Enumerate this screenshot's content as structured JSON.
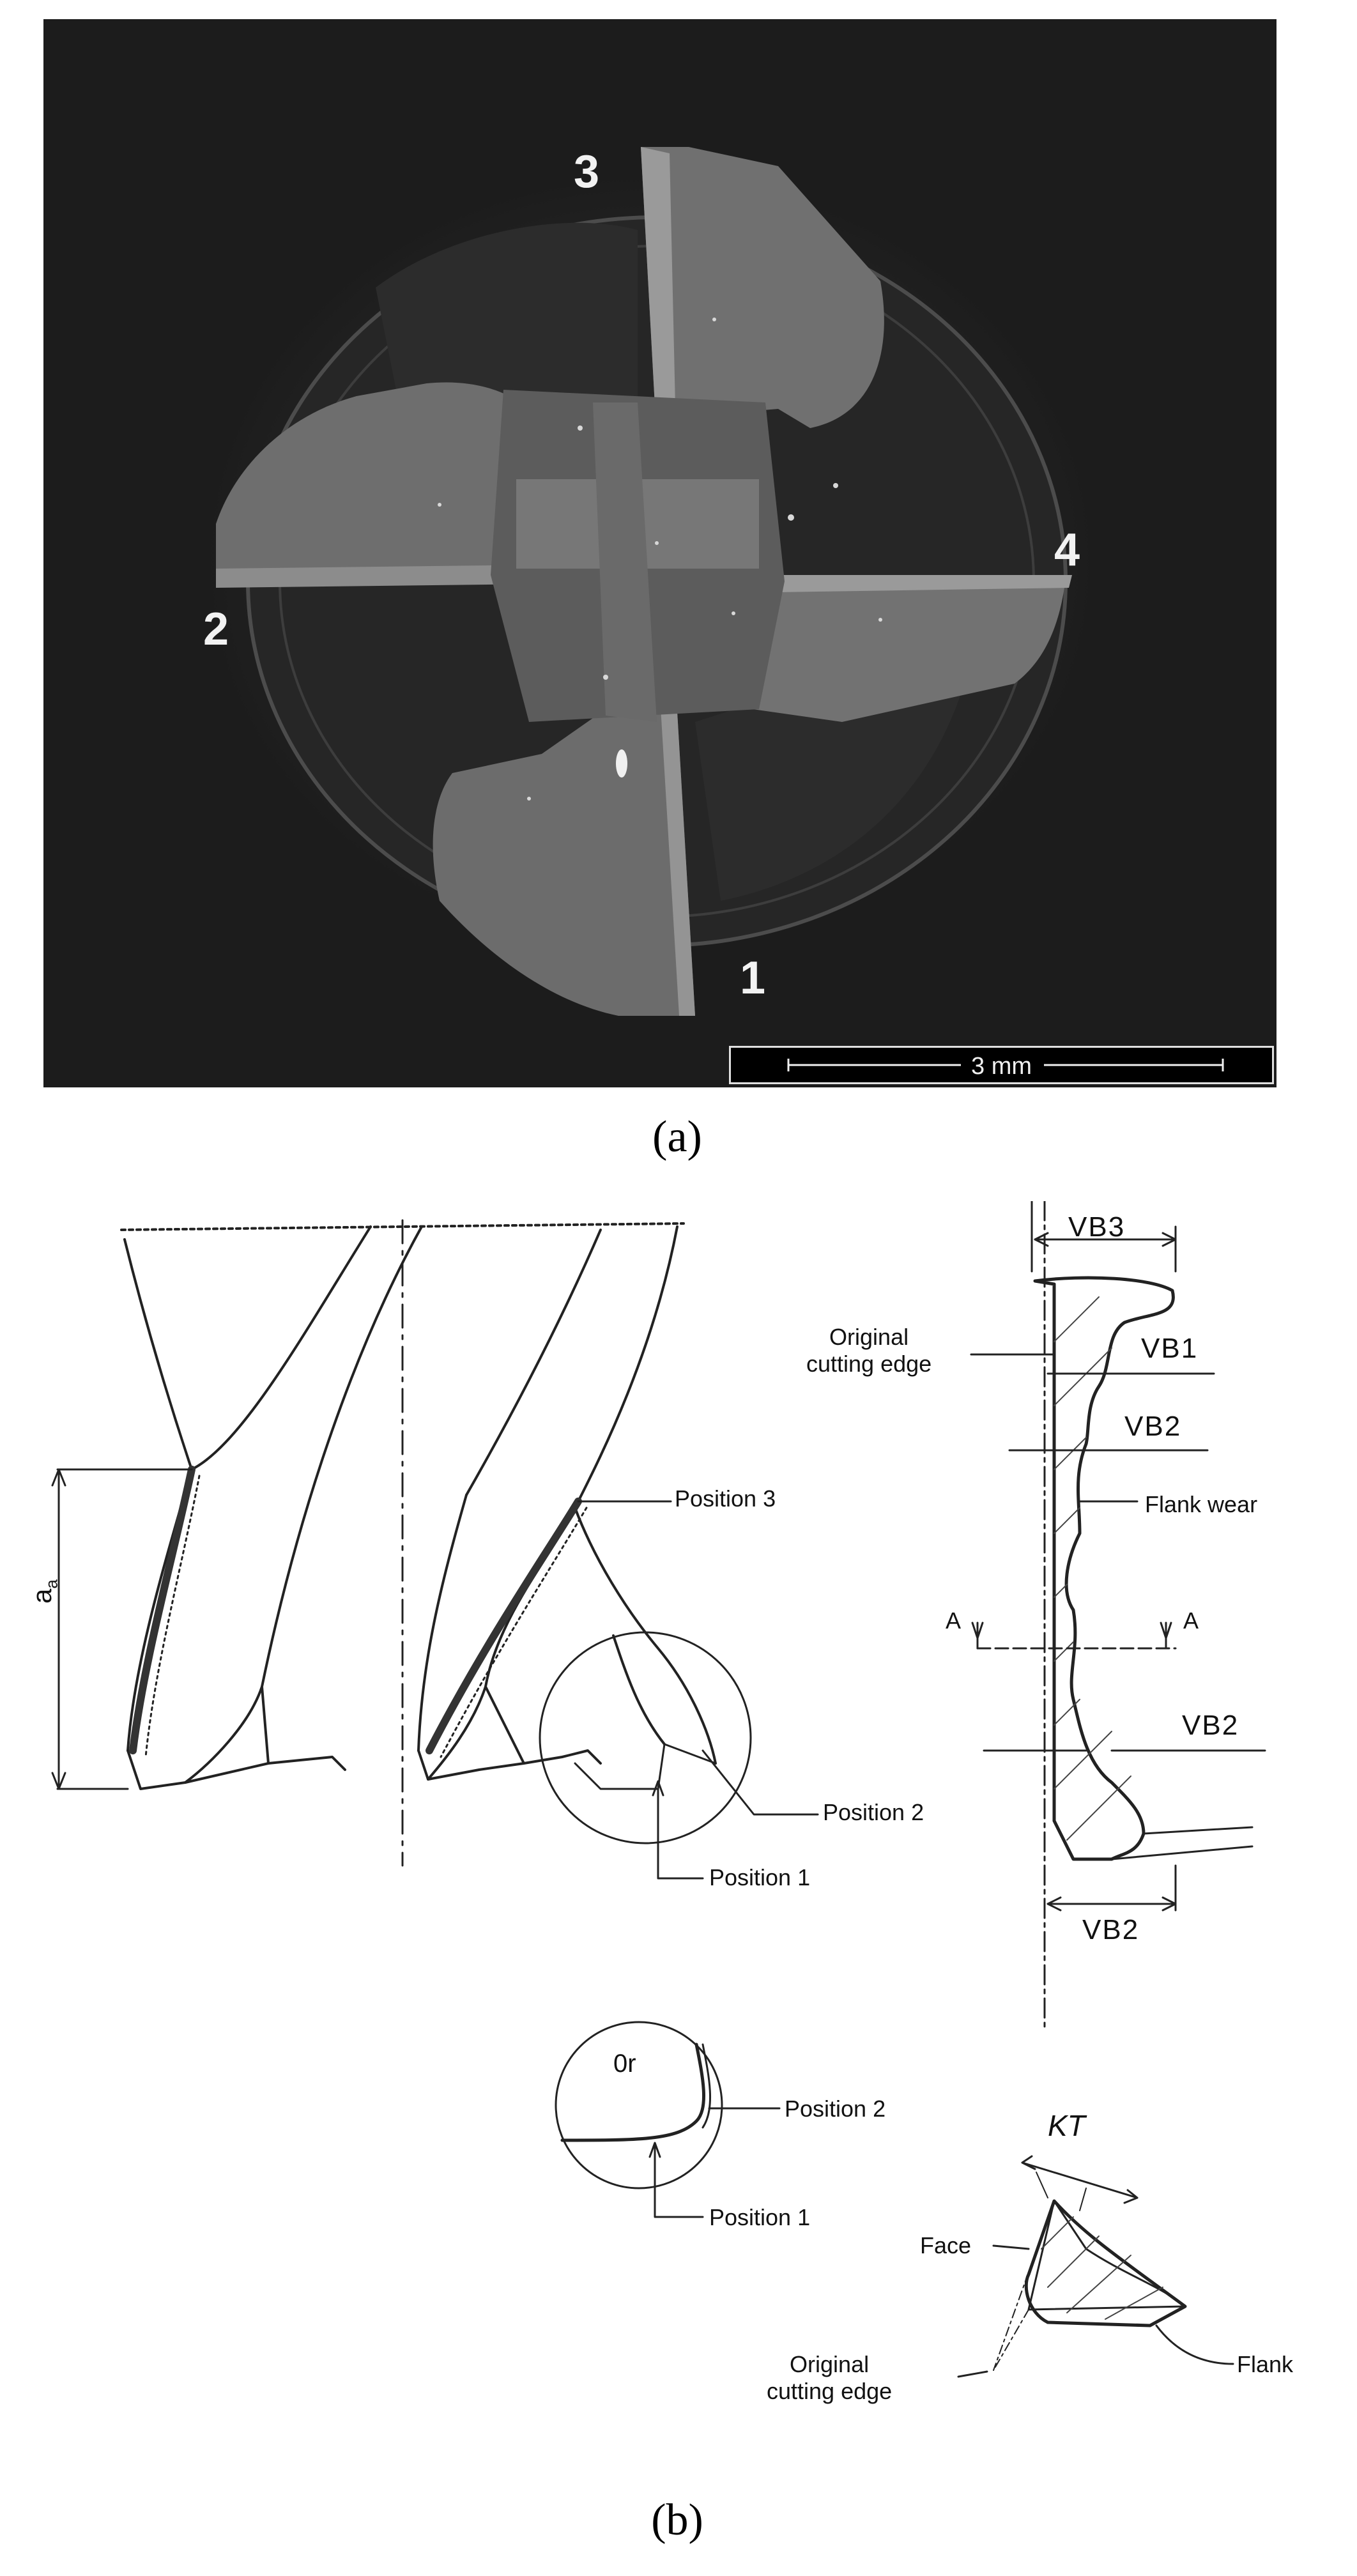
{
  "panel_a": {
    "tooth_labels": [
      "1",
      "2",
      "3",
      "4"
    ],
    "scale_bar": "3 mm",
    "caption": "(a)"
  },
  "panel_b": {
    "caption": "(b)",
    "drill": {
      "axial_depth": "a",
      "axial_depth_sub": "a",
      "position_3": "Position 3",
      "position_2": "Position 2",
      "position_1": "Position 1"
    },
    "corner_detail": {
      "title": "0r",
      "position_2": "Position 2",
      "position_1": "Position 1"
    },
    "flank_section": {
      "vb3": "VB3",
      "original_edge_line1": "Original",
      "original_edge_line2": "cutting edge",
      "vb1": "VB1",
      "vb2_upper": "VB2",
      "flank_wear": "Flank wear",
      "section_a_left": "A",
      "section_a_right": "A",
      "vb2_middle": "VB2",
      "vb2_bottom": "VB2"
    },
    "crater_section": {
      "kt": "KT",
      "face": "Face",
      "original_edge_line1": "Original",
      "original_edge_line2": "cutting edge",
      "flank": "Flank"
    }
  }
}
